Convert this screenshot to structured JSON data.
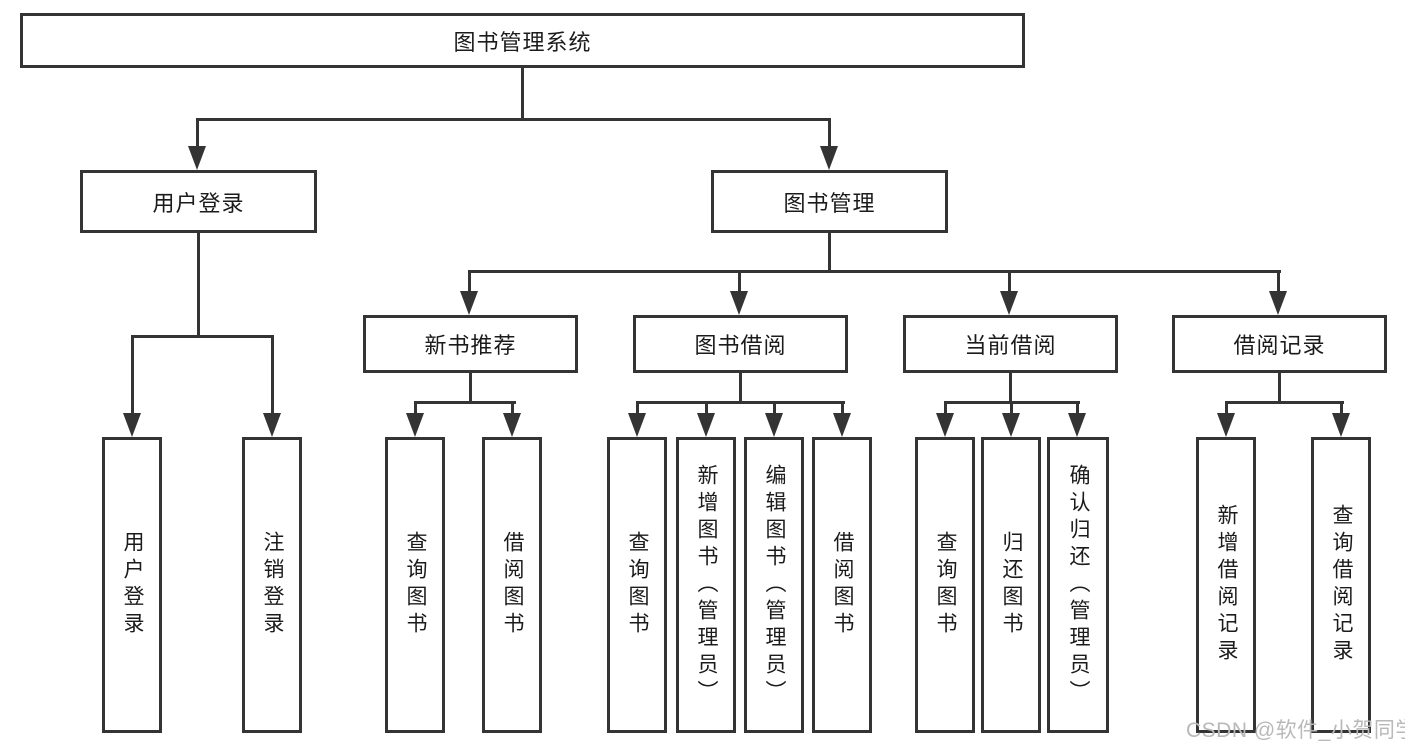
{
  "tree": {
    "root": {
      "label": "图书管理系统",
      "children": [
        {
          "label": "用户登录",
          "children": [
            {
              "label": "用户登录"
            },
            {
              "label": "注销登录"
            }
          ]
        },
        {
          "label": "图书管理",
          "children": [
            {
              "label": "新书推荐",
              "children": [
                {
                  "label": "查询图书"
                },
                {
                  "label": "借阅图书"
                }
              ]
            },
            {
              "label": "图书借阅",
              "children": [
                {
                  "label": "查询图书"
                },
                {
                  "label": "新增图书（管理员）"
                },
                {
                  "label": "编辑图书（管理员）"
                },
                {
                  "label": "借阅图书"
                }
              ]
            },
            {
              "label": "当前借阅",
              "children": [
                {
                  "label": "查询图书"
                },
                {
                  "label": "归还图书"
                },
                {
                  "label": "确认归还（管理员）"
                }
              ]
            },
            {
              "label": "借阅记录",
              "children": [
                {
                  "label": "新增借阅记录"
                },
                {
                  "label": "查询借阅记录"
                }
              ]
            }
          ]
        }
      ]
    }
  },
  "watermark": {
    "text": "CSDN @软件_小贺同学"
  },
  "colors": {
    "line": "#343434",
    "text": "#1b1b1b",
    "watermark": "#b9b9b9",
    "background": "#ffffff"
  }
}
